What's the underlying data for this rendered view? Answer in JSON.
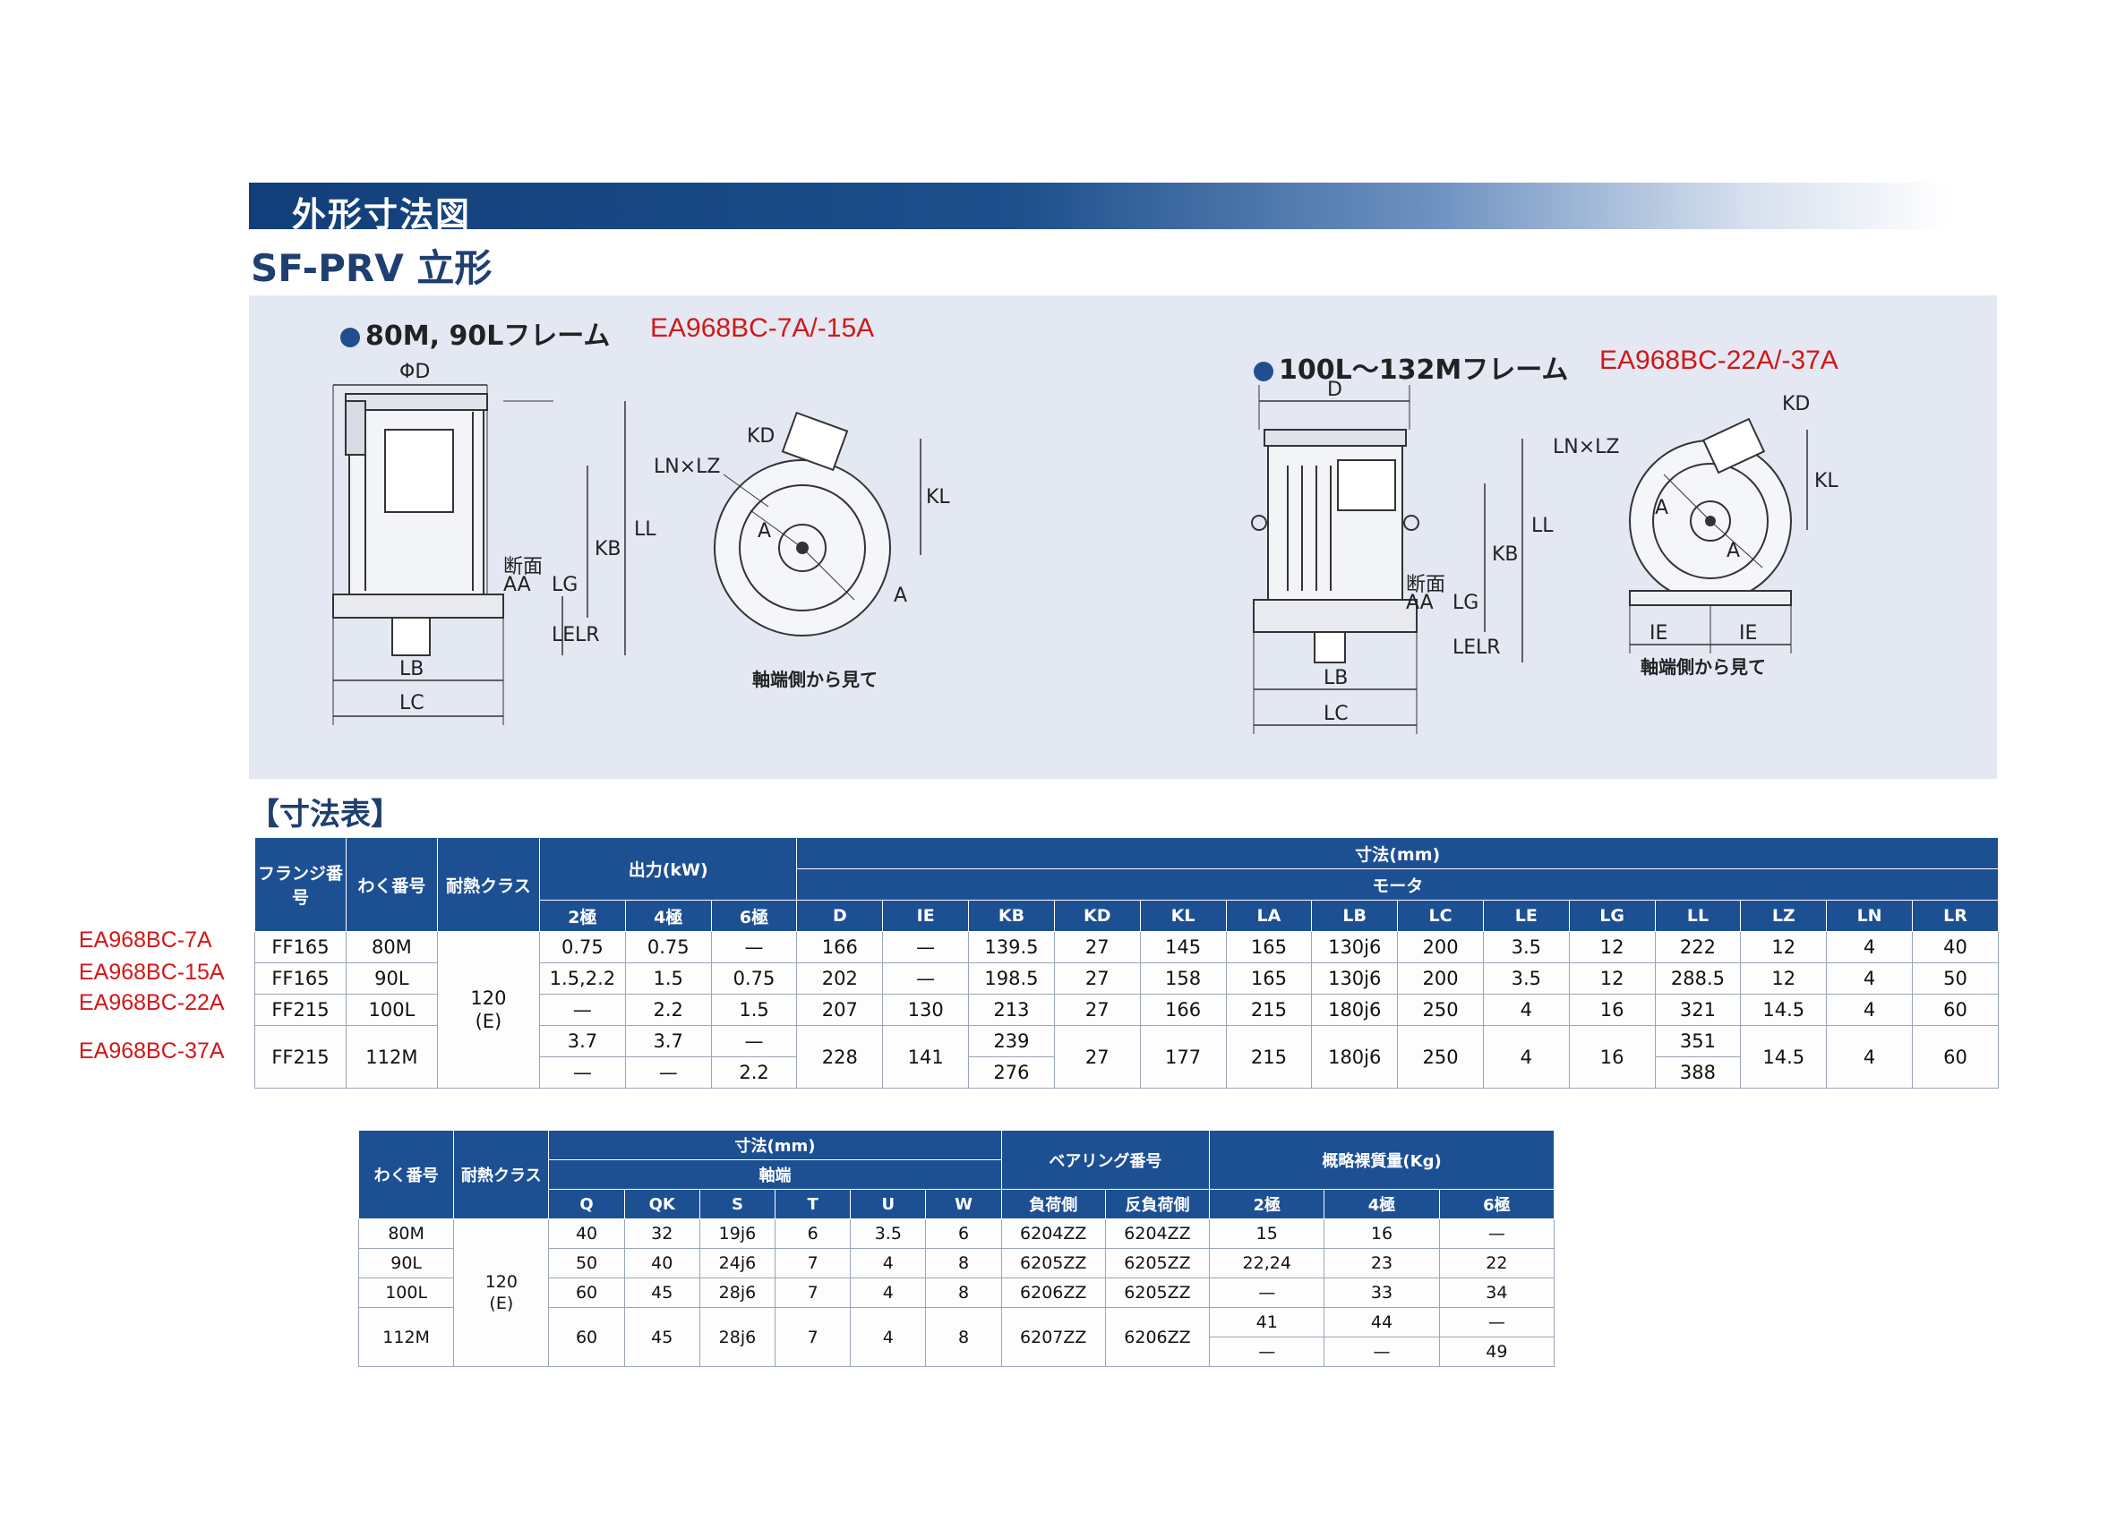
{
  "header": {
    "title": "外形寸法図",
    "subtitle": "SF-PRV 立形"
  },
  "diagram_left": {
    "frame": "80M, 90Lフレーム",
    "model_codes": "EA968BC-7A/-15A",
    "view_note": "軸端側から見て",
    "labels": {
      "od": "ΦD",
      "ln_lz": "LN×LZ",
      "kd": "KD",
      "kl": "KL",
      "ll": "LL",
      "kb": "KB",
      "section": "断面",
      "aa": "AA",
      "lg": "LG",
      "le": "LE",
      "lr": "LR",
      "lb": "LB",
      "lc": "LC",
      "a": "A"
    }
  },
  "diagram_right": {
    "frame": "100L～132Mフレーム",
    "model_codes": "EA968BC-22A/-37A",
    "view_note": "軸端側から見て",
    "labels": {
      "d": "D",
      "ln_lz": "LN×LZ",
      "kd": "KD",
      "kl": "KL",
      "ll": "LL",
      "kb": "KB",
      "section": "断面",
      "aa": "AA",
      "lg": "LG",
      "le": "LE",
      "lr": "LR",
      "lb": "LB",
      "lc": "LC",
      "a": "A",
      "ie": "IE"
    }
  },
  "section_heading": "【寸法表】",
  "side_labels": [
    "EA968BC-7A",
    "EA968BC-15A",
    "EA968BC-22A",
    "EA968BC-37A"
  ],
  "table1": {
    "h_flange": "フランジ番号",
    "h_frame": "わく番号",
    "h_class": "耐熱クラス",
    "h_output": "出力(kW)",
    "h_dims": "寸法(mm)",
    "h_motor": "モータ",
    "poles": [
      "2極",
      "4極",
      "6極"
    ],
    "cols": [
      "D",
      "IE",
      "KB",
      "KD",
      "KL",
      "LA",
      "LB",
      "LC",
      "LE",
      "LG",
      "LL",
      "LZ",
      "LN",
      "LR"
    ],
    "heat_class": "120\n(E)",
    "rows": [
      {
        "flange": "FF165",
        "frame": "80M",
        "p2": "0.75",
        "p4": "0.75",
        "p6": "—",
        "D": "166",
        "IE": "—",
        "KB": "139.5",
        "KD": "27",
        "KL": "145",
        "LA": "165",
        "LB": "130j6",
        "LC": "200",
        "LE": "3.5",
        "LG": "12",
        "LL": "222",
        "LZ": "12",
        "LN": "4",
        "LR": "40"
      },
      {
        "flange": "FF165",
        "frame": "90L",
        "p2": "1.5,2.2",
        "p4": "1.5",
        "p6": "0.75",
        "D": "202",
        "IE": "—",
        "KB": "198.5",
        "KD": "27",
        "KL": "158",
        "LA": "165",
        "LB": "130j6",
        "LC": "200",
        "LE": "3.5",
        "LG": "12",
        "LL": "288.5",
        "LZ": "12",
        "LN": "4",
        "LR": "50"
      },
      {
        "flange": "FF215",
        "frame": "100L",
        "p2": "—",
        "p4": "2.2",
        "p6": "1.5",
        "D": "207",
        "IE": "130",
        "KB": "213",
        "KD": "27",
        "KL": "166",
        "LA": "215",
        "LB": "180j6",
        "LC": "250",
        "LE": "4",
        "LG": "16",
        "LL": "321",
        "LZ": "14.5",
        "LN": "4",
        "LR": "60"
      }
    ],
    "row112": {
      "flange": "FF215",
      "frame": "112M",
      "a_p2": "3.7",
      "a_p4": "3.7",
      "a_p6": "—",
      "b_p2": "—",
      "b_p4": "—",
      "b_p6": "2.2",
      "D": "228",
      "IE": "141",
      "KB_a": "239",
      "KB_b": "276",
      "KD": "27",
      "KL": "177",
      "LA": "215",
      "LB": "180j6",
      "LC": "250",
      "LE": "4",
      "LG": "16",
      "LL_a": "351",
      "LL_b": "388",
      "LZ": "14.5",
      "LN": "4",
      "LR": "60"
    }
  },
  "table2": {
    "h_frame": "わく番号",
    "h_class": "耐熱クラス",
    "h_dims": "寸法(mm)",
    "h_shaft": "軸端",
    "h_bearing": "ベアリング番号",
    "h_mass": "概略裸質量(Kg)",
    "cols": [
      "Q",
      "QK",
      "S",
      "T",
      "U",
      "W"
    ],
    "bearing_cols": [
      "負荷側",
      "反負荷側"
    ],
    "poles": [
      "2極",
      "4極",
      "6極"
    ],
    "heat_class": "120\n(E)",
    "rows": [
      {
        "frame": "80M",
        "Q": "40",
        "QK": "32",
        "S": "19j6",
        "T": "6",
        "U": "3.5",
        "W": "6",
        "b1": "6204ZZ",
        "b2": "6204ZZ",
        "m2": "15",
        "m4": "16",
        "m6": "—"
      },
      {
        "frame": "90L",
        "Q": "50",
        "QK": "40",
        "S": "24j6",
        "T": "7",
        "U": "4",
        "W": "8",
        "b1": "6205ZZ",
        "b2": "6205ZZ",
        "m2": "22,24",
        "m4": "23",
        "m6": "22"
      },
      {
        "frame": "100L",
        "Q": "60",
        "QK": "45",
        "S": "28j6",
        "T": "7",
        "U": "4",
        "W": "8",
        "b1": "6206ZZ",
        "b2": "6205ZZ",
        "m2": "—",
        "m4": "33",
        "m6": "34"
      }
    ],
    "row112": {
      "frame": "112M",
      "Q": "60",
      "QK": "45",
      "S": "28j6",
      "T": "7",
      "U": "4",
      "W": "8",
      "b1": "6207ZZ",
      "b2": "6206ZZ",
      "a_m2": "41",
      "a_m4": "44",
      "a_m6": "—",
      "b_m2": "—",
      "b_m4": "—",
      "b_m6": "49"
    }
  }
}
